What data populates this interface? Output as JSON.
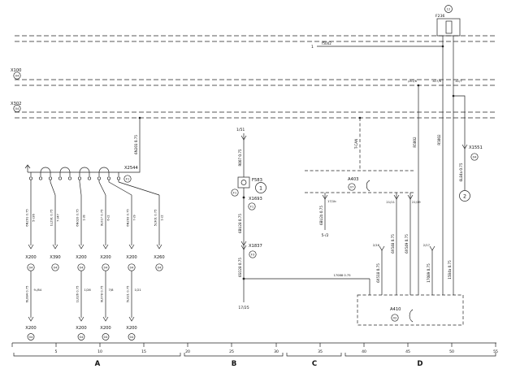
{
  "buses": {
    "x100_label": "X100",
    "x100_code": "04",
    "x302_label": "X302",
    "x302_code": "04"
  },
  "f236": {
    "badge": "12",
    "label": "F236"
  },
  "feed": {
    "pin": "1",
    "wire": "f5002"
  },
  "grommets": {
    "g1": "ph1/6",
    "g2": "a17/6",
    "g3": "a1/7"
  },
  "verticals": {
    "v1": "R5002",
    "v2": "R5002",
    "v3": "15B4a 0.75"
  },
  "x1551": {
    "label": "X1551",
    "code": "04",
    "wire": "6L84a 0.75",
    "badge": "2"
  },
  "tcan": {
    "label": "T-CAN"
  },
  "a403": {
    "label": "A403",
    "code": "07",
    "drop_pin": "17/1b",
    "drop_wire": "6BU2b 0.75",
    "drop_end": "5-/2",
    "out1_pin": "21/11",
    "out1_wire": "6X548 0.75",
    "out2_pin": "21/19",
    "out2_wire": "6X549 0.75"
  },
  "a410": {
    "label": "A410",
    "code": "02",
    "in1_wire": "17088 0.75",
    "in2_pin": "2/16",
    "in2_wire": "6X518 0.75",
    "in5_pin": "2/17",
    "in5_wire": "17089 0.75"
  },
  "sectionB": {
    "top_pin": "1/51",
    "wire1": "R007 0.75",
    "fuse_label": "F583",
    "fuse_code": "F1",
    "badge": "1",
    "x1693_label": "X1693",
    "x1693_code": "F1",
    "wire2": "6BU28 0.75",
    "x1837_label": "X1837",
    "x1837_code": "F3",
    "wire3": "6SO28 0.75",
    "end_pin": "17/25"
  },
  "x2544": {
    "label": "X2544",
    "code": "F1",
    "riser_wire": "6N201 0.75"
  },
  "columns": [
    {
      "wire": "6N291 0.75",
      "pin": "5-/36",
      "name": "X200",
      "code": "04",
      "row2": {
        "wire": "6L084 0.75",
        "pin": "9-/84",
        "name": "X200",
        "code": "04"
      }
    },
    {
      "wire": "1L291 0.75",
      "pin": "7-/47",
      "name": "X390",
      "code": "04"
    },
    {
      "wire": "6N020 0.75",
      "pin": "1-/8",
      "name": "X200",
      "code": "04",
      "row2": {
        "wire": "1L026 0.75",
        "pin": "1/26",
        "name": "X200",
        "code": "04"
      }
    },
    {
      "wire": "9L017 0.75",
      "pin": "6-/2",
      "name": "X200",
      "code": "04",
      "row2": {
        "wire": "9L078 0.75",
        "pin": "7/8",
        "name": "X200",
        "code": "04"
      }
    },
    {
      "wire": "6N293 0.75",
      "pin": "7-/9",
      "name": "X200",
      "code": "04",
      "row2": {
        "wire": "5L021 0.75",
        "pin": "1/21",
        "name": "X200",
        "code": "04"
      }
    },
    {
      "wire": "5L901 0.75",
      "pin": "1-/2",
      "name": "X260",
      "code": "04"
    }
  ],
  "ruler": [
    "5",
    "10",
    "15",
    "20",
    "25",
    "30",
    "35",
    "40",
    "45",
    "50",
    "55"
  ],
  "sections": {
    "a": "A",
    "b": "B",
    "c": "C",
    "d": "D"
  }
}
